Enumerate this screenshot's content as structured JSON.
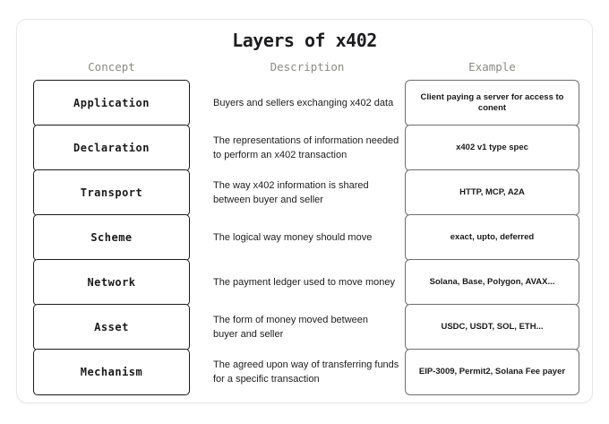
{
  "title": "Layers of x402",
  "columns": {
    "concept": "Concept",
    "description": "Description",
    "example": "Example"
  },
  "layers": [
    {
      "concept": "Application",
      "description": "Buyers and sellers exchanging x402 data",
      "example": "Client paying a server for access to conent"
    },
    {
      "concept": "Declaration",
      "description": "The representations of information needed\nto perform an x402 transaction",
      "example": "x402 v1 type spec"
    },
    {
      "concept": "Transport",
      "description": "The way x402 information is shared\nbetween buyer and seller",
      "example": "HTTP, MCP, A2A"
    },
    {
      "concept": "Scheme",
      "description": "The logical way money should move",
      "example": "exact, upto, deferred"
    },
    {
      "concept": "Network",
      "description": "The payment ledger used to move money",
      "example": "Solana, Base, Polygon, AVAX..."
    },
    {
      "concept": "Asset",
      "description": "The form of money moved between\nbuyer and seller",
      "example": "USDC, USDT, SOL, ETH..."
    },
    {
      "concept": "Mechanism",
      "description": "The agreed upon way of transferring funds\nfor a specific transaction",
      "example": "EIP-3009, Permit2, Solana Fee payer"
    }
  ],
  "colors": {
    "card_border": "#e8e8e8",
    "concept_box_border": "#1a1a1a",
    "example_box_border": "#6f6f6f",
    "header_text": "#8a8a87",
    "title_text": "#1d1d1f"
  }
}
